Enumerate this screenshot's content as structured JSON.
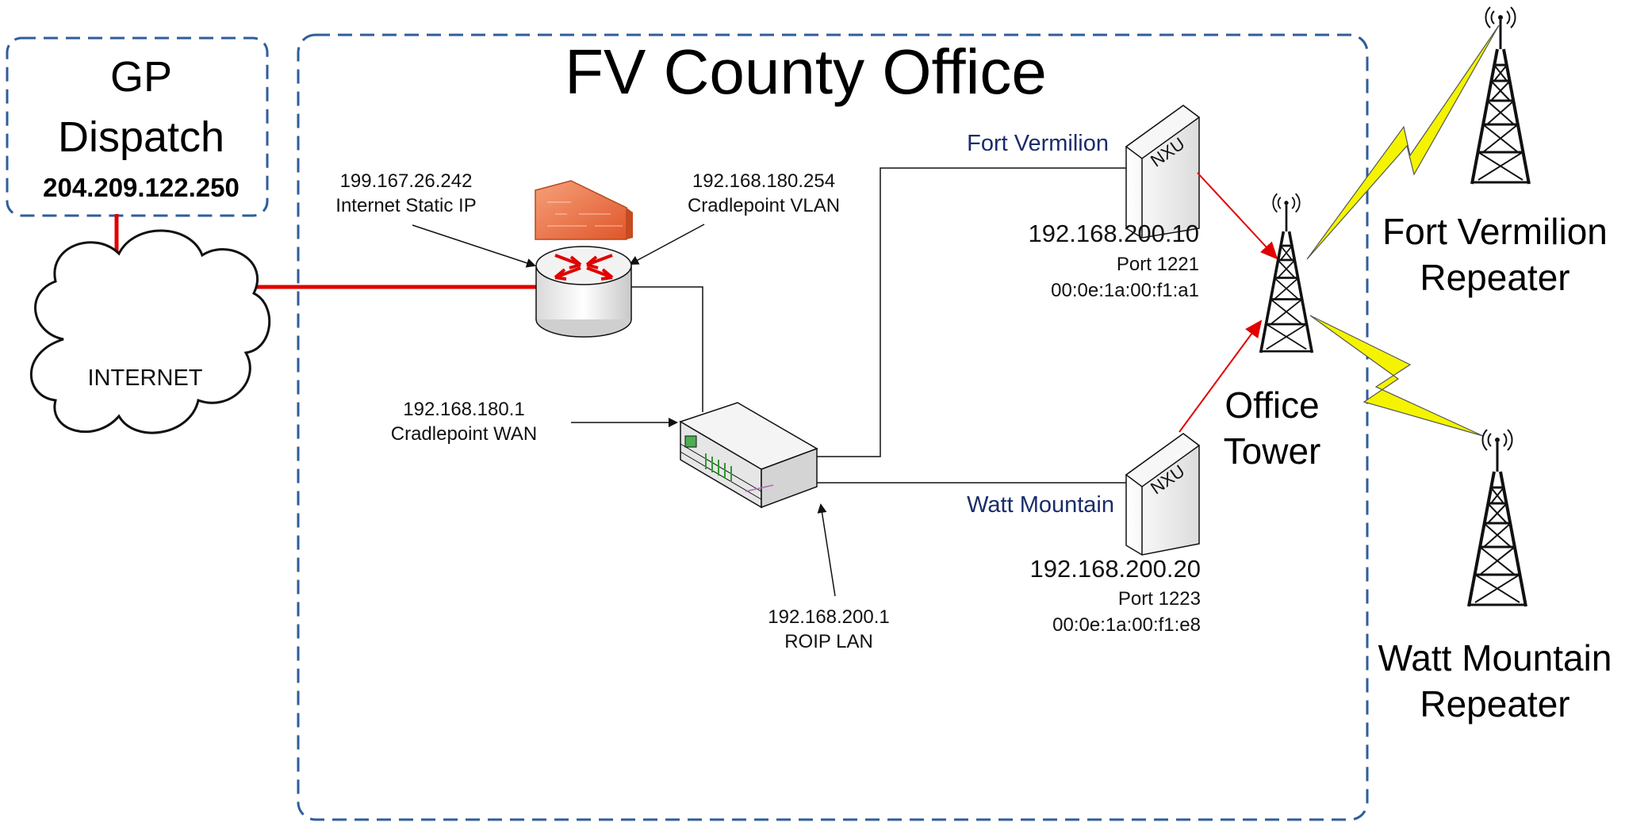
{
  "gp_dispatch": {
    "line1": "GP",
    "line2": "Dispatch",
    "ip": "204.209.122.250"
  },
  "office": {
    "title": "FV County Office"
  },
  "cloud": {
    "label": "INTERNET"
  },
  "firewall_router": {
    "wan_ip": "199.167.26.242",
    "wan_label": "Internet Static IP",
    "vlan_ip": "192.168.180.254",
    "vlan_label": "Cradlepoint VLAN"
  },
  "switch": {
    "wan_ip": "192.168.180.1",
    "wan_label": "Cradlepoint WAN",
    "lan_ip": "192.168.200.1",
    "lan_label": "ROIP LAN"
  },
  "nxu_units": [
    {
      "site": "Fort Vermilion",
      "badge": "NXU",
      "ip": "192.168.200.10",
      "port": "Port 1221",
      "mac": "00:0e:1a:00:f1:a1"
    },
    {
      "site": "Watt Mountain",
      "badge": "NXU",
      "ip": "192.168.200.20",
      "port": "Port 1223",
      "mac": "00:0e:1a:00:f1:e8"
    }
  ],
  "towers": {
    "office": {
      "line1": "Office",
      "line2": "Tower"
    },
    "fort_vermilion": {
      "line1": "Fort Vermilion",
      "line2": "Repeater"
    },
    "watt_mountain": {
      "line1": "Watt Mountain",
      "line2": "Repeater"
    }
  },
  "colors": {
    "boundary": "#2f5d9a",
    "internet_link": "#e00000",
    "radio_link": "#e00000",
    "lan_link": "#111111",
    "lightning": "#f4f400",
    "site_label": "#1a2c6b"
  }
}
